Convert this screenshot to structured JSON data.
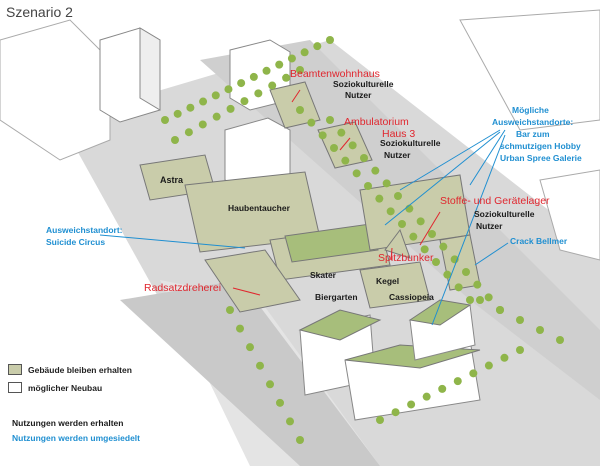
{
  "title": "Szenario 2",
  "colors": {
    "kept_building": "#c9ccaa",
    "new_building": "#ffffff",
    "red": "#e0262e",
    "blue": "#1f8fd1",
    "tree": "#8fb54a"
  },
  "labels": {
    "beamtenwohnhaus": "Beamtenwohnhaus",
    "soziokulturelle_1": "Soziokulturelle",
    "nutzer_1": "Nutzer",
    "ambulatorium": "Ambulatorium",
    "haus3": "Haus 3",
    "soziokulturelle_2": "Soziokulturelle",
    "nutzer_2": "Nutzer",
    "moegliche": "Mögliche",
    "ausweichstandorte": "Ausweichstandorte:",
    "bar_zum": "Bar zum",
    "schmutzigen": "schmutzigen Hobby",
    "urban_spree": "Urban Spree Galerie",
    "astra": "Astra",
    "haubentaucher": "Haubentaucher",
    "stoffe": "Stoffe- und Gerätelager",
    "soziokulturelle_3": "Soziokulturelle",
    "nutzer_3": "Nutzer",
    "ausweichstandort": "Ausweichstandort:",
    "suicide": "Suicide Circus",
    "crack": "Crack Bellmer",
    "skater": "Skater",
    "spitzbunker": "Spitzbunker",
    "kegel": "Kegel",
    "radsatz": "Radsatzdreherei",
    "biergarten": "Biergarten",
    "cassiopeia": "Cassiopeia"
  },
  "legend": {
    "kept": "Gebäude bleiben erhalten",
    "new": "möglicher Neubau"
  },
  "footnotes": {
    "kept_uses": "Nutzungen werden erhalten",
    "moved_uses": "Nutzungen werden umgesiedelt"
  }
}
